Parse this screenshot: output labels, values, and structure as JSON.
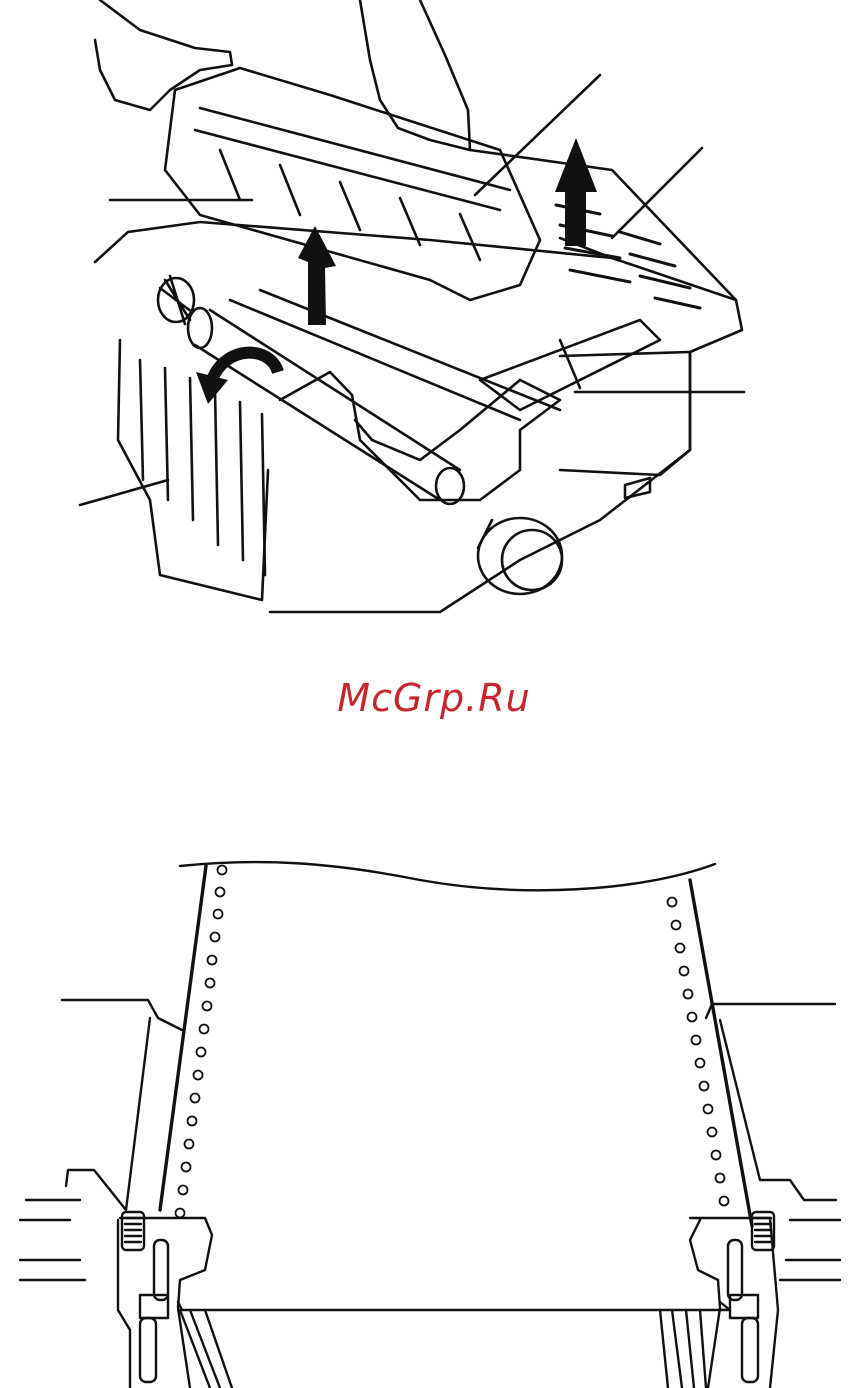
{
  "watermark": {
    "text": "McGrp.Ru",
    "color": "#c8262c"
  },
  "figures": [
    {
      "name": "printer-open-cover-illustration",
      "callouts_printed_text": []
    },
    {
      "name": "continuous-paper-tractor-illustration"
    }
  ],
  "ink_color": "#111111"
}
